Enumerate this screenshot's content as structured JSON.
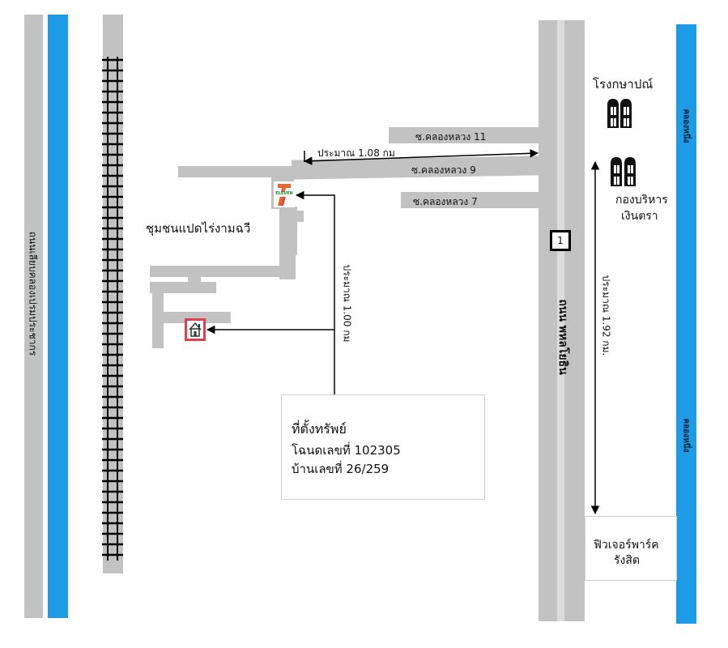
{
  "roads": {
    "left_road_name": "ถนนเลียบคลองเปรมประชากร",
    "highway_name": "ถนน พหลโยธิน",
    "highway_number": "1",
    "soi_11": "ซ.คลองหลวง 11",
    "soi_9": "ซ.คลองหลวง 9",
    "soi_7": "ซ.คลองหลวง 7"
  },
  "canals": {
    "right_canal_label_top": "คลองหนึ่ง",
    "right_canal_label_bottom": "คลองหนึ่ง"
  },
  "places": {
    "community": "ชุมชนแปดไร่งามฉวี",
    "mint": "โรงกษาปณ์",
    "currency_bureau_line1": "กองบริหาร",
    "currency_bureau_line2": "เงินตรา",
    "future_park_line1": "ฟิวเจอร์พาร์ค",
    "future_park_line2": "รังสิต",
    "seven_eleven_text": "ELEVEN"
  },
  "distances": {
    "horizontal": "ประมาณ 1.08 กม",
    "vertical_left": "ประมาณ 1.00 กม",
    "vertical_right": "ประมาณ 1.92 กม."
  },
  "property": {
    "title": "ที่ตั้งทรัพย์",
    "deed": "โฉนดเลขที่ 102305",
    "house": "บ้านเลขที่  26/259"
  },
  "colors": {
    "road": "#c2c2c2",
    "canal": "#1e9be6",
    "highway_center": "#dcdcdc",
    "marker_red": "#e0404a"
  }
}
